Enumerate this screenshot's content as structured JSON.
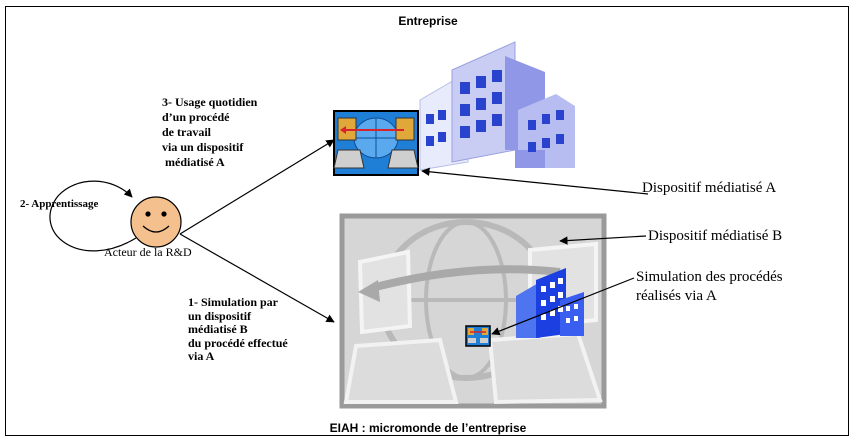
{
  "title_top": "Entreprise",
  "title_bottom": "EIAH : micromonde de l’entreprise",
  "step3_lines": [
    "3- Usage quotidien",
    "d’un procédé",
    "de travail",
    "via un dispositif",
    " médiatisé A"
  ],
  "step2": "2- Apprentissage",
  "actor": "Acteur de la R&D",
  "step1_lines": [
    "1- Simulation par",
    "un dispositif",
    "médiatisé B",
    "du procédé effectué",
    "via A"
  ],
  "disp_a": "Dispositif médiatisé A",
  "disp_b": "Dispositif médiatisé B",
  "simul_lines": [
    "Simulation des procédés",
    "réalisés via A"
  ],
  "colors": {
    "face": "#f4c08e",
    "building_light": "#c9cdf4",
    "building_blue": "#1b3fe0",
    "screen_gray": "#d6d6d6",
    "icon_blue": "#1f7fd6",
    "arrow_red": "#d8232a"
  }
}
